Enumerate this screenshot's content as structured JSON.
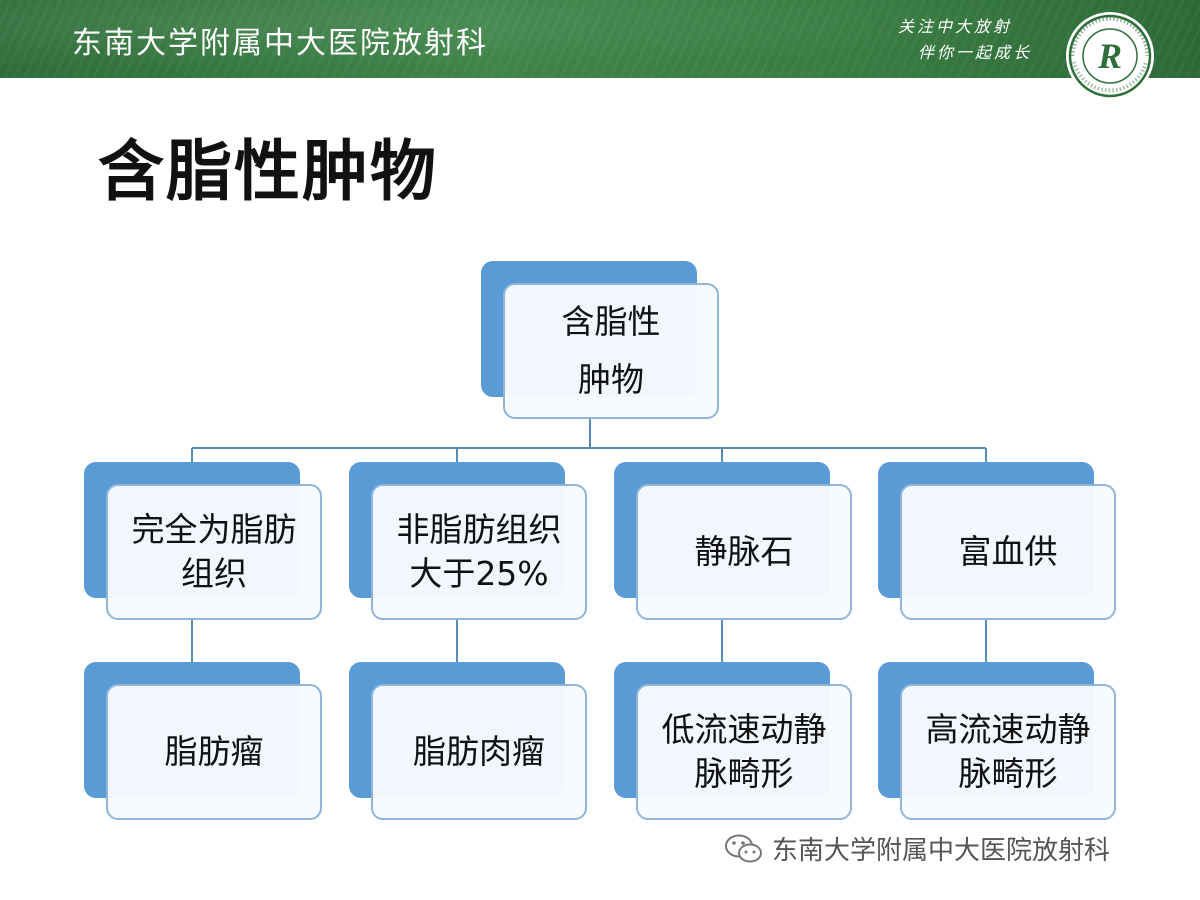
{
  "header": {
    "title": "东南大学附属中大医院放射科",
    "slogan_line1": "关注中大放射",
    "slogan_line2": "伴你一起成长",
    "logo_letter": "R"
  },
  "page": {
    "title": "含脂性肿物"
  },
  "diagram": {
    "root": {
      "line1": "含脂性",
      "line2": "肿物"
    },
    "categories": [
      {
        "line1": "完全为脂肪",
        "line2": "组织",
        "child_line1": "脂肪瘤",
        "child_line2": ""
      },
      {
        "line1": "非脂肪组织",
        "line2": "大于25%",
        "child_line1": "脂肪肉瘤",
        "child_line2": ""
      },
      {
        "line1": "静脉石",
        "line2": "",
        "child_line1": "低流速动静",
        "child_line2": "脉畸形"
      },
      {
        "line1": "富血供",
        "line2": "",
        "child_line1": "高流速动静",
        "child_line2": "脉畸形"
      }
    ]
  },
  "footer": {
    "text": "东南大学附属中大医院放射科"
  },
  "colors": {
    "header_green": "#3f8449",
    "box_blue": "#5b9bd5",
    "box_border": "#8fb5dc",
    "line_blue": "#5b8bb8"
  }
}
